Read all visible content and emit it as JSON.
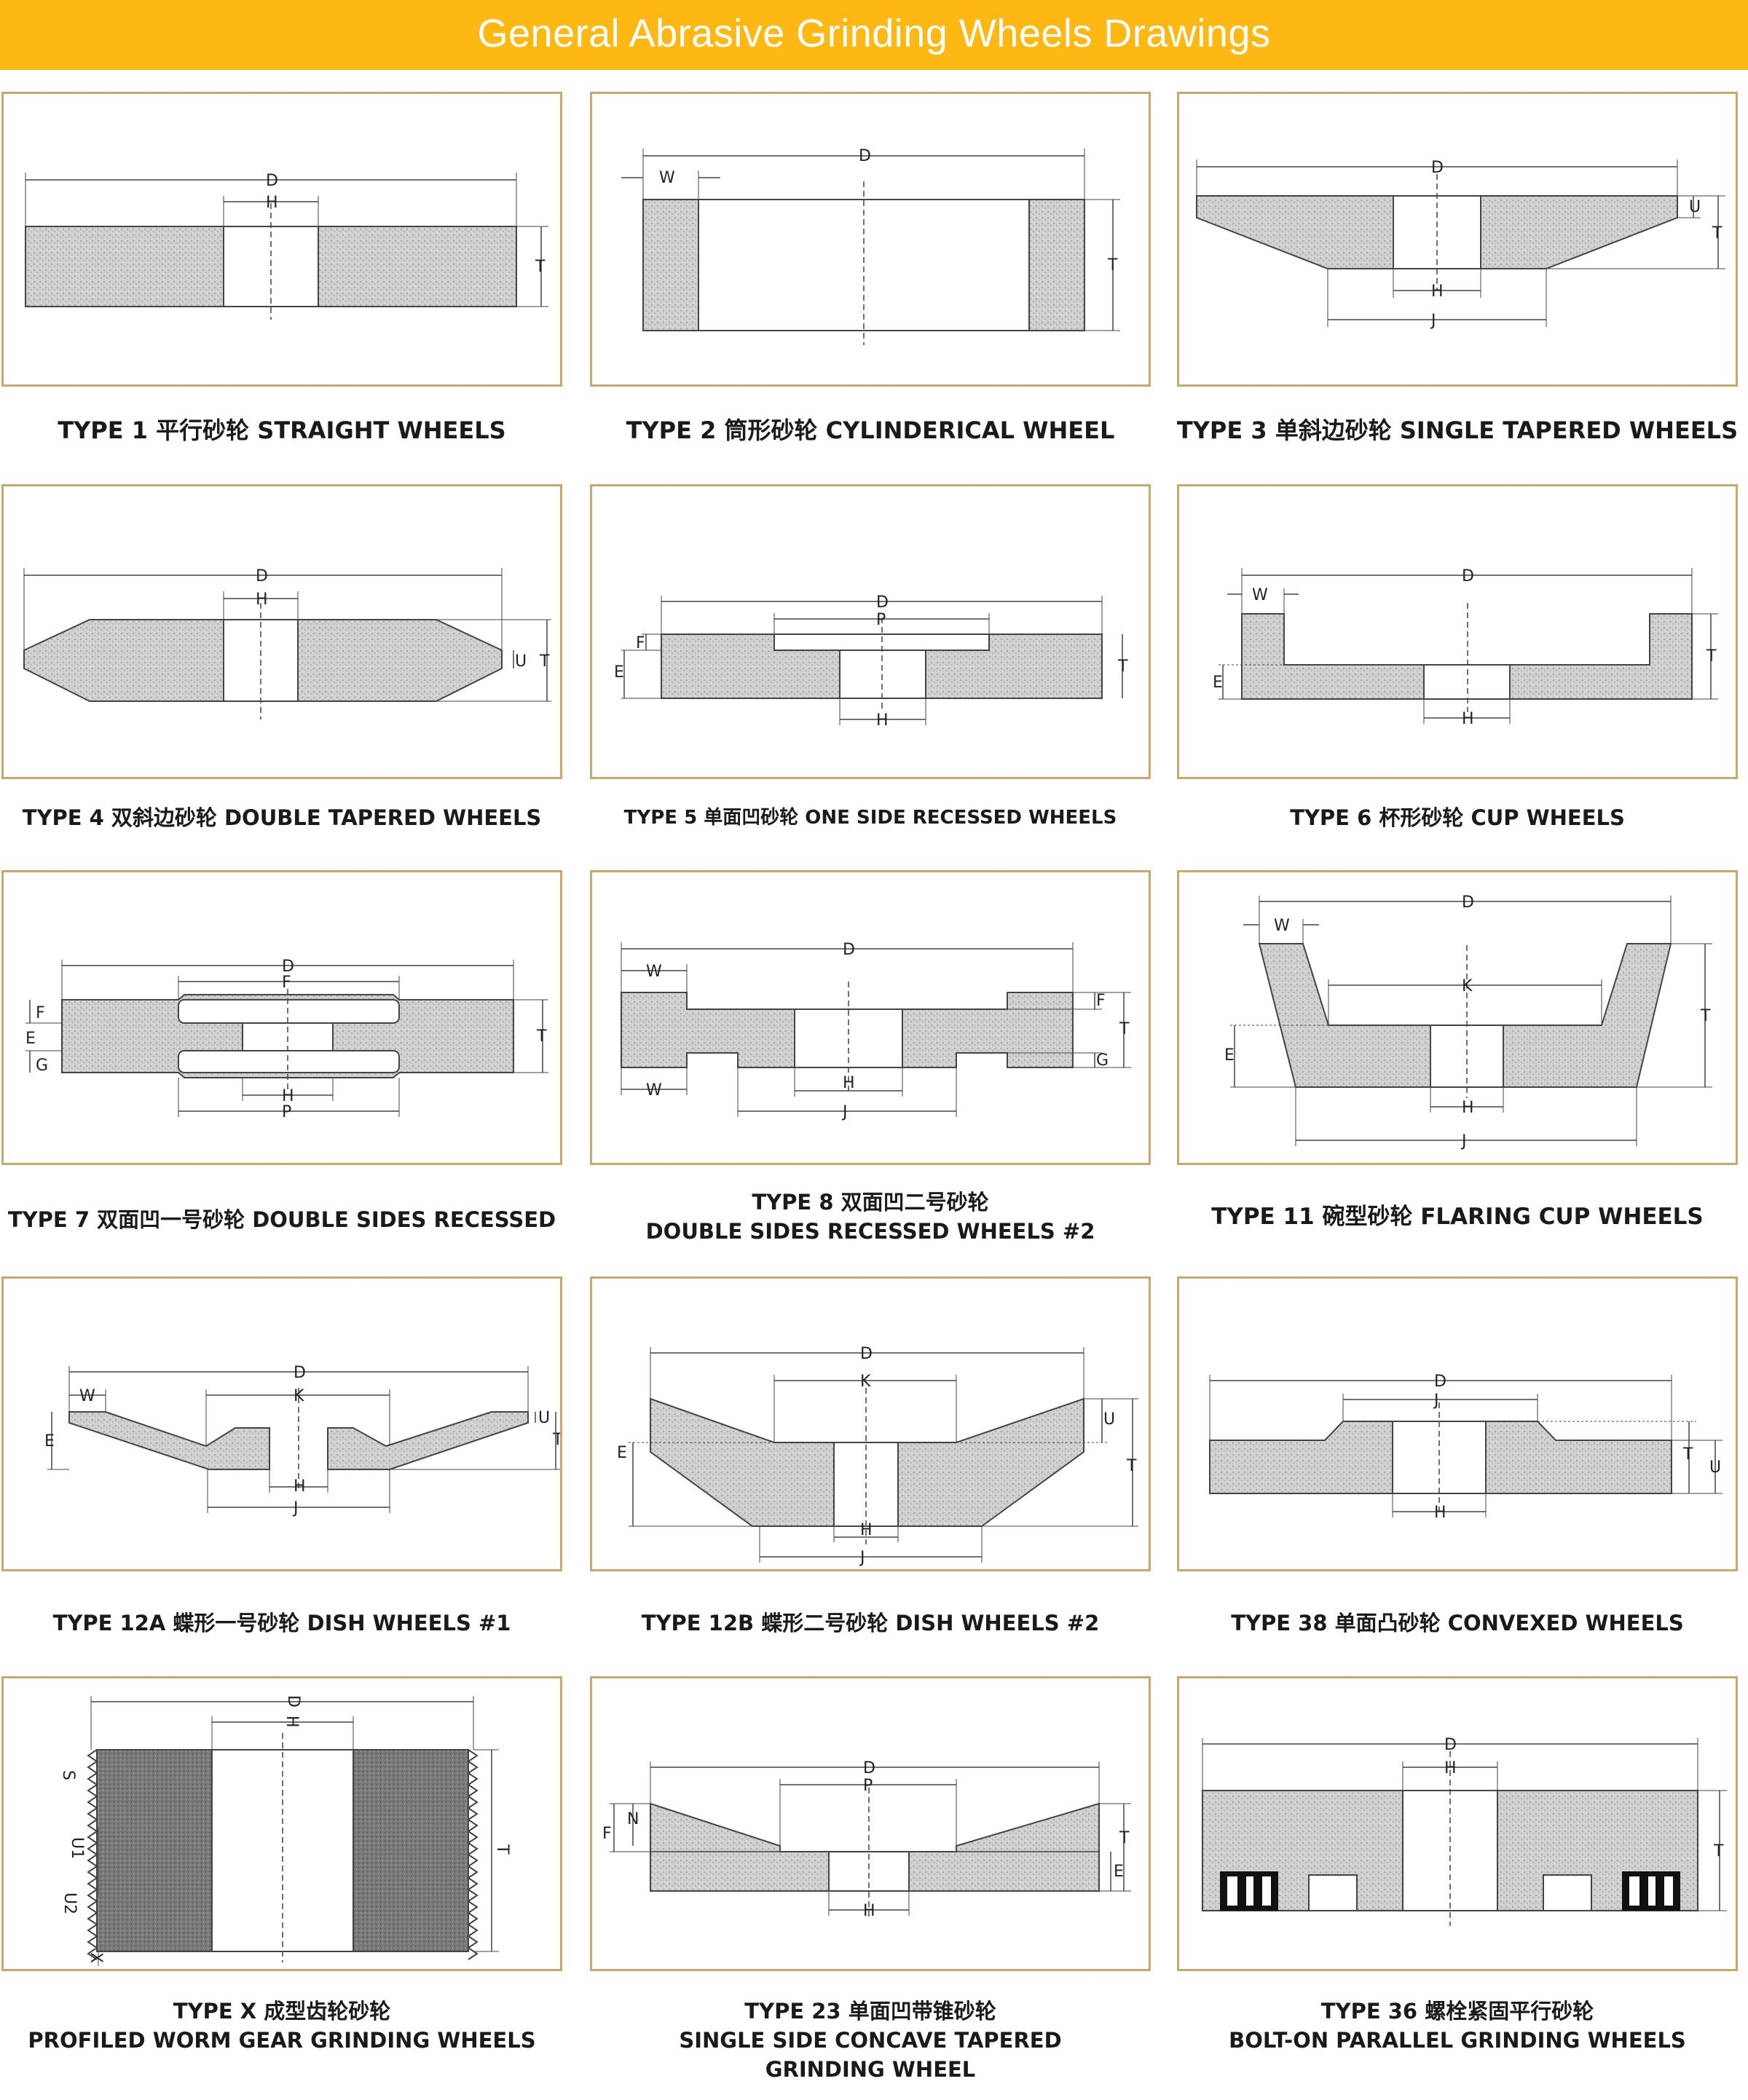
{
  "page": {
    "title": "General Abrasive Grinding Wheels Drawings",
    "banner_color": "#fdb813",
    "frame_color": "#c9a86a"
  },
  "wheels": [
    {
      "caption": [
        "TYPE 1 平行砂轮 STRAIGHT WHEELS"
      ],
      "labels": [
        "D",
        "H",
        "T"
      ]
    },
    {
      "caption": [
        "TYPE 2 筒形砂轮 CYLINDERICAL WHEEL"
      ],
      "labels": [
        "D",
        "W",
        "T"
      ]
    },
    {
      "caption": [
        "TYPE 3 单斜边砂轮 SINGLE TAPERED WHEELS"
      ],
      "labels": [
        "D",
        "U",
        "T",
        "H",
        "J"
      ]
    },
    {
      "caption": [
        "TYPE 4 双斜边砂轮 DOUBLE TAPERED WHEELS"
      ],
      "labels": [
        "D",
        "H",
        "U",
        "T"
      ]
    },
    {
      "caption": [
        "TYPE 5 单面凹砂轮 ONE SIDE RECESSED WHEELS"
      ],
      "labels": [
        "D",
        "P",
        "F",
        "E",
        "T",
        "H"
      ]
    },
    {
      "caption": [
        "TYPE 6 杯形砂轮 CUP WHEELS"
      ],
      "labels": [
        "D",
        "W",
        "T",
        "E",
        "H"
      ]
    },
    {
      "caption": [
        "TYPE 7 双面凹一号砂轮 DOUBLE SIDES RECESSED"
      ],
      "labels": [
        "D",
        "F",
        "E",
        "G",
        "T",
        "H",
        "P"
      ]
    },
    {
      "caption": [
        "TYPE 8 双面凹二号砂轮",
        "DOUBLE SIDES RECESSED WHEELS #2"
      ],
      "labels": [
        "D",
        "W",
        "F",
        "T",
        "G",
        "W",
        "H",
        "J"
      ]
    },
    {
      "caption": [
        "TYPE 11 碗型砂轮 FLARING CUP WHEELS"
      ],
      "labels": [
        "D",
        "W",
        "K",
        "T",
        "E",
        "H",
        "J"
      ]
    },
    {
      "caption": [
        "TYPE 12A 蝶形一号砂轮 DISH WHEELS #1"
      ],
      "labels": [
        "D",
        "W",
        "K",
        "U",
        "E",
        "T",
        "H",
        "J"
      ]
    },
    {
      "caption": [
        "TYPE 12B 蝶形二号砂轮 DISH WHEELS #2"
      ],
      "labels": [
        "D",
        "K",
        "U",
        "T",
        "E",
        "H",
        "J"
      ]
    },
    {
      "caption": [
        "TYPE 38 单面凸砂轮 CONVEXED WHEELS"
      ],
      "labels": [
        "D",
        "J",
        "T",
        "U",
        "H"
      ]
    },
    {
      "caption": [
        "TYPE X 成型齿轮砂轮",
        "PROFILED WORM GEAR GRINDING WHEELS"
      ],
      "labels": [
        "D",
        "H",
        "S",
        "T",
        "U1",
        "U2",
        "X"
      ]
    },
    {
      "caption": [
        "TYPE 23 单面凹带锥砂轮",
        "SINGLE SIDE CONCAVE TAPERED",
        "GRINDING WHEEL"
      ],
      "labels": [
        "D",
        "P",
        "F",
        "N",
        "T",
        "E",
        "H"
      ]
    },
    {
      "caption": [
        "TYPE 36 螺栓紧固平行砂轮",
        "BOLT-ON PARALLEL GRINDING WHEELS"
      ],
      "labels": [
        "D",
        "H",
        "T"
      ]
    }
  ]
}
